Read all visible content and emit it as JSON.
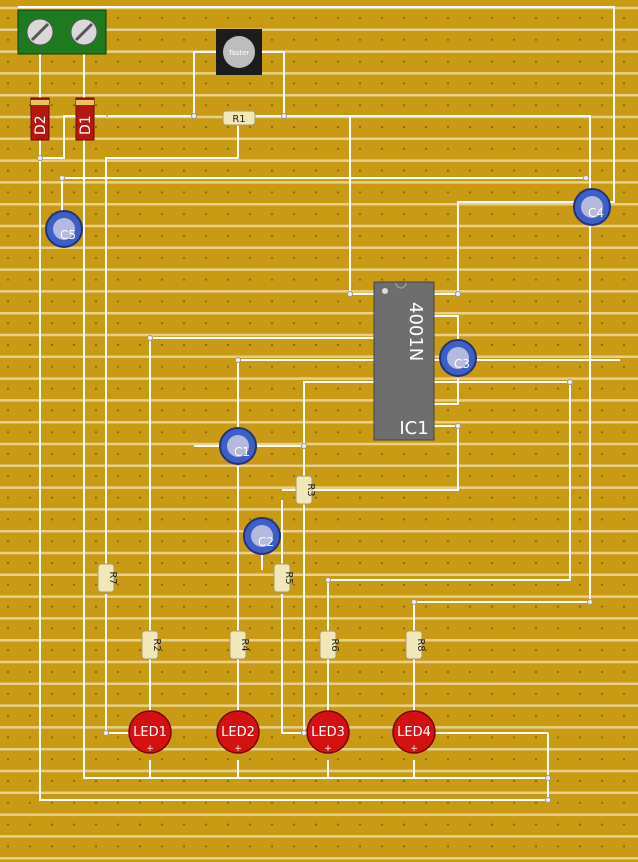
{
  "connector": {
    "name": ""
  },
  "switch": {
    "label": "Taster"
  },
  "ic": {
    "part": "4001N",
    "designator": "IC1"
  },
  "resistors": [
    "R1",
    "R2",
    "R3",
    "R4",
    "R5",
    "R6",
    "R7",
    "R8"
  ],
  "diodes": [
    "D1",
    "D2"
  ],
  "capacitors": [
    "C1",
    "C2",
    "C3",
    "C4",
    "C5"
  ],
  "leds": [
    "LED1",
    "LED2",
    "LED3",
    "LED4"
  ],
  "led_polarity": "+",
  "colors": {
    "board": "#c99a14",
    "strip": "#e9d088",
    "wire": "#ffffff",
    "led": "#d41111",
    "ic": "#6e6e6e",
    "switch": "#1c1c1c",
    "connector": "#1f7a1f"
  }
}
